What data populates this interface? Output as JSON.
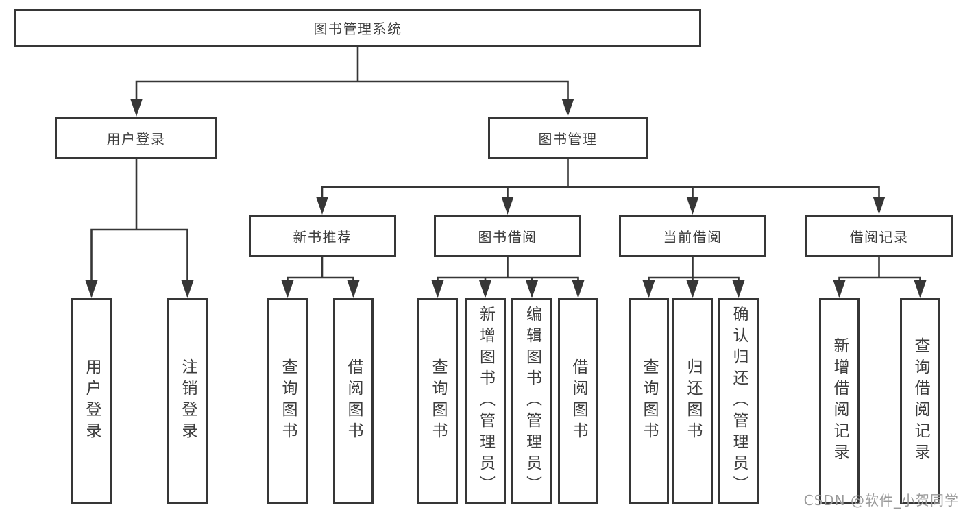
{
  "diagram": {
    "title": "图书管理系统",
    "branches": [
      {
        "label": "用户登录",
        "children": [
          {
            "label": "用户登录"
          },
          {
            "label": "注销登录"
          }
        ]
      },
      {
        "label": "图书管理",
        "children": [
          {
            "label": "新书推荐",
            "children": [
              {
                "label": "查询图书"
              },
              {
                "label": "借阅图书"
              }
            ]
          },
          {
            "label": "图书借阅",
            "children": [
              {
                "label": "查询图书"
              },
              {
                "label": "新增图书（管理员）"
              },
              {
                "label": "编辑图书（管理员）"
              },
              {
                "label": "借阅图书"
              }
            ]
          },
          {
            "label": "当前借阅",
            "children": [
              {
                "label": "查询图书"
              },
              {
                "label": "归还图书"
              },
              {
                "label": "确认归还（管理员）"
              }
            ]
          },
          {
            "label": "借阅记录",
            "children": [
              {
                "label": "新增借阅记录"
              },
              {
                "label": "查询借阅记录"
              }
            ]
          }
        ]
      }
    ]
  },
  "watermark": {
    "text": "CSDN @软件_小贺同学"
  },
  "colors": {
    "background": "#ffffff",
    "line": "#363636",
    "text": "#3d3d3d",
    "watermark": "#9a9a9a"
  }
}
